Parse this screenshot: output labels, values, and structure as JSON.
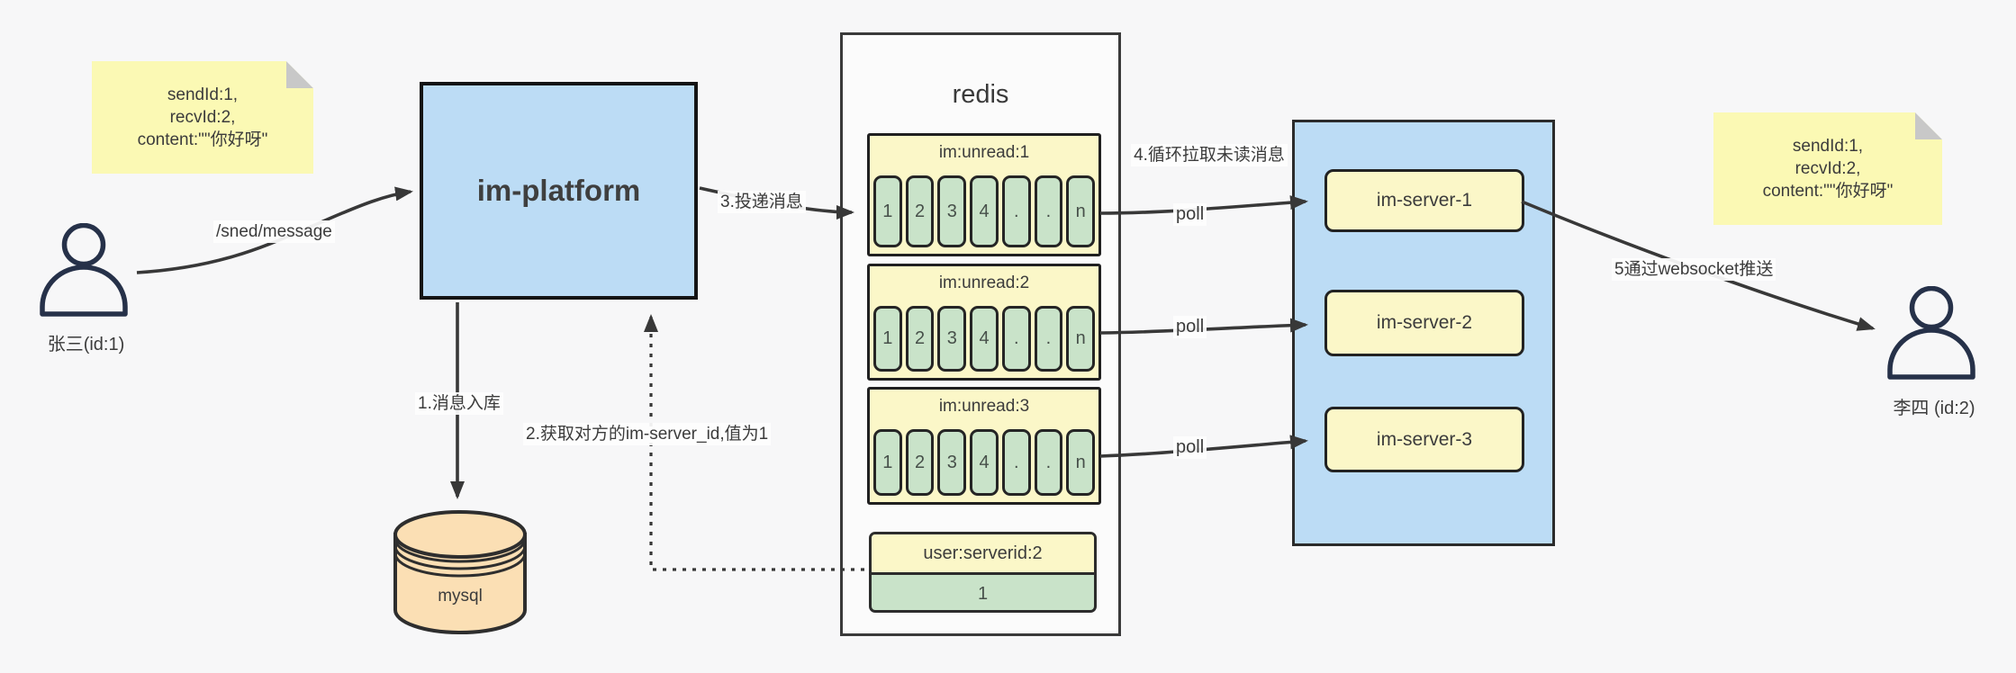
{
  "notes": {
    "left": {
      "lines": [
        "sendId:1,",
        "recvId:2,",
        "content:\"\"你好呀\""
      ]
    },
    "right": {
      "lines": [
        "sendId:1,",
        "recvId:2,",
        "content:\"\"你好呀\""
      ]
    }
  },
  "actors": {
    "sender": {
      "label": "张三(id:1)"
    },
    "receiver": {
      "label": "李四 (id:2)"
    }
  },
  "platform": {
    "label": "im-platform"
  },
  "mysql": {
    "label": "mysql"
  },
  "redis": {
    "title": "redis",
    "queues": [
      {
        "name": "im:unread:1",
        "cells": [
          "1",
          "2",
          "3",
          "4",
          ".",
          ".",
          "n"
        ]
      },
      {
        "name": "im:unread:2",
        "cells": [
          "1",
          "2",
          "3",
          "4",
          ".",
          ".",
          "n"
        ]
      },
      {
        "name": "im:unread:3",
        "cells": [
          "1",
          "2",
          "3",
          "4",
          ".",
          ".",
          "n"
        ]
      }
    ],
    "kv": {
      "key": "user:serverid:2",
      "value": "1"
    }
  },
  "servers": {
    "items": [
      {
        "label": "im-server-1"
      },
      {
        "label": "im-server-2"
      },
      {
        "label": "im-server-3"
      }
    ]
  },
  "edges": {
    "send": "/sned/message",
    "step1": "1.消息入库",
    "step2": "2.获取对方的im-server_id,值为1",
    "step3": "3.投递消息",
    "step4": "4.循环拉取未读消息",
    "step5": "5通过websocket推送",
    "poll": "poll"
  },
  "colors": {
    "background": "#f7f7f8",
    "box_blue": "#bcdcf5",
    "note_yellow": "#fbf9b4",
    "queue_yellow": "#fbf7c8",
    "cell_green": "#c9e3c9",
    "mysql_peach": "#fbdfb4",
    "line_dark": "#383838"
  }
}
